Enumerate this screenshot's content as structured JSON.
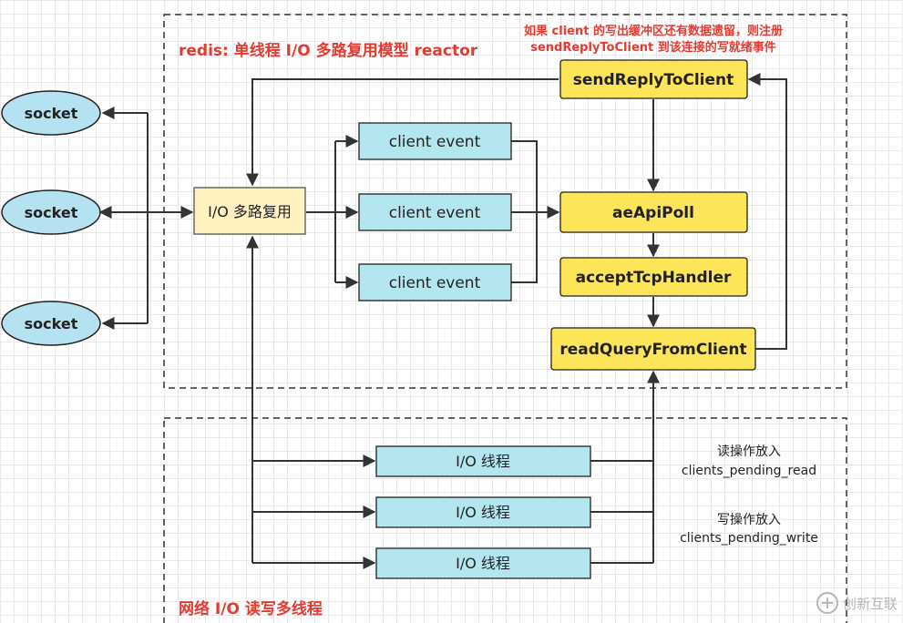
{
  "title": "redis: 单线程 I/O 多路复用模型 reactor",
  "bottom_title": "网络 I/O 读写多线程",
  "note": {
    "line1": "如果 client 的写出缓冲区还有数据遗留，则注册",
    "line2": "sendReplyToClient 到该连接的写就绪事件"
  },
  "sockets": [
    "socket",
    "socket",
    "socket"
  ],
  "multiplexer": "I/O 多路复用",
  "client_events": [
    "client event",
    "client event",
    "client event"
  ],
  "handlers": {
    "send_reply": "sendReplyToClient",
    "poll": "aeApiPoll",
    "accept": "acceptTcpHandler",
    "read_query": "readQueryFromClient"
  },
  "io_threads": [
    "I/O 线程",
    "I/O 线程",
    "I/O 线程"
  ],
  "read_note": {
    "line1": "读操作放入",
    "line2": "clients_pending_read"
  },
  "write_note": {
    "line1": "写操作放入",
    "line2": "clients_pending_write"
  },
  "watermark": "创新互联",
  "colors": {
    "socket_fill": "#b4e2f0",
    "event_fill": "#b4e6f0",
    "handler_fill": "#fde55a",
    "multiplexer_fill": "#fff2c0",
    "title_red": "#e53a2f"
  }
}
